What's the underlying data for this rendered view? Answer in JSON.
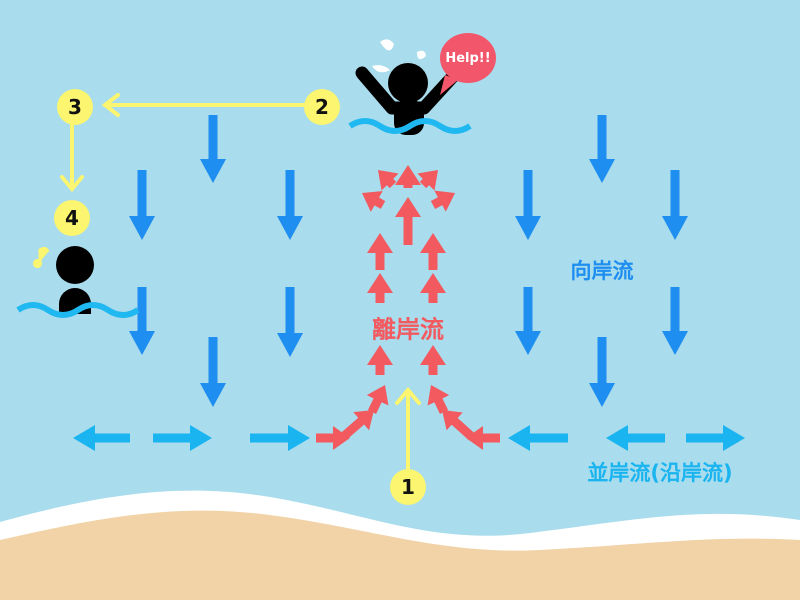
{
  "labels": {
    "onshore_current": "向岸流",
    "rip_current": "離岸流",
    "longshore_current": "並岸流(沿岸流)",
    "help": "Help!!"
  },
  "steps": [
    "1",
    "2",
    "3",
    "4"
  ],
  "colors": {
    "water": "#a9dcec",
    "sand": "#f1d3a7",
    "onshore": "#1e8ef0",
    "longshore": "#1ab4f0",
    "rip": "#f25a5f",
    "path": "#fbf56f"
  }
}
